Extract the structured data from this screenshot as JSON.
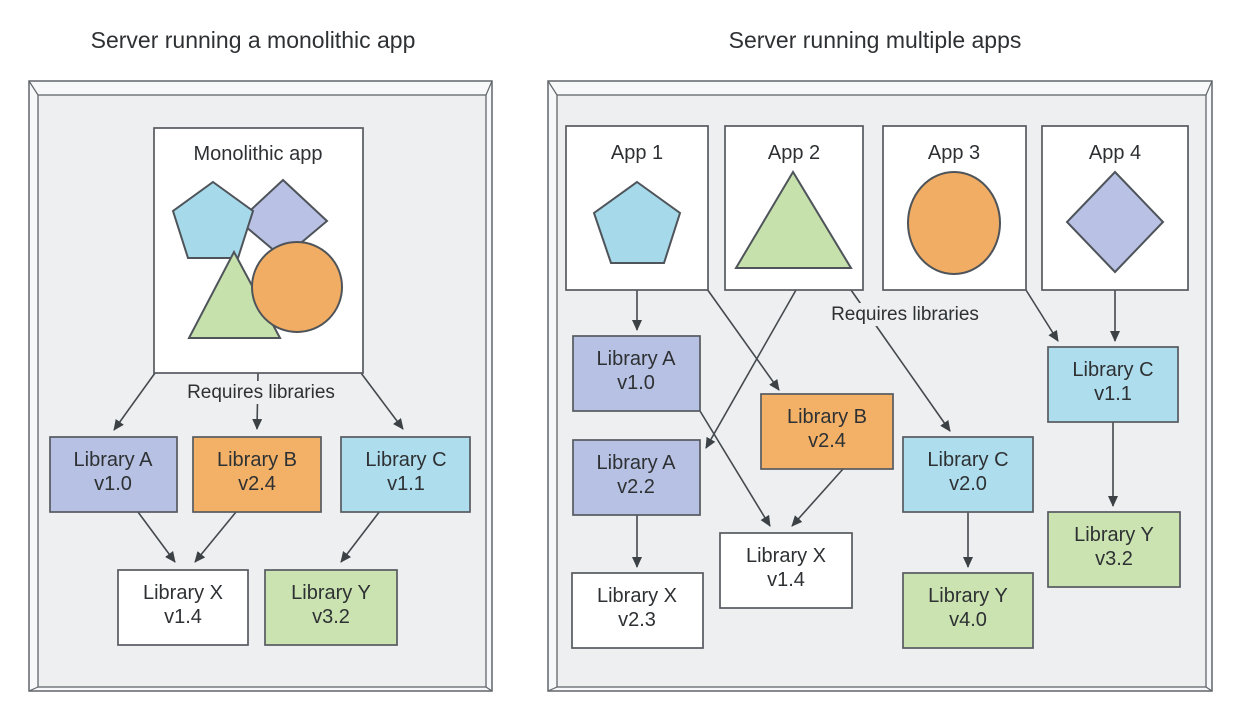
{
  "left_panel": {
    "title": "Server running a monolithic app",
    "app": {
      "label": "Monolithic app",
      "shapes": [
        "pentagon",
        "diamond",
        "triangle",
        "circle"
      ]
    },
    "requires_label": "Requires libraries",
    "libraries": [
      {
        "name": "Library A",
        "version": "v1.0"
      },
      {
        "name": "Library B",
        "version": "v2.4"
      },
      {
        "name": "Library C",
        "version": "v1.1"
      },
      {
        "name": "Library X",
        "version": "v1.4"
      },
      {
        "name": "Library Y",
        "version": "v3.2"
      }
    ],
    "edges": [
      "Monolithic app -> Library A v1.0",
      "Monolithic app -> Library B v2.4",
      "Monolithic app -> Library C v1.1",
      "Library A v1.0 -> Library X v1.4",
      "Library B v2.4 -> Library X v1.4",
      "Library C v1.1 -> Library Y v3.2"
    ]
  },
  "right_panel": {
    "title": "Server running multiple apps",
    "apps": [
      {
        "label": "App 1",
        "shape": "pentagon"
      },
      {
        "label": "App 2",
        "shape": "triangle"
      },
      {
        "label": "App 3",
        "shape": "circle"
      },
      {
        "label": "App 4",
        "shape": "diamond"
      }
    ],
    "requires_label": "Requires libraries",
    "libraries": [
      {
        "name": "Library A",
        "version": "v1.0"
      },
      {
        "name": "Library B",
        "version": "v2.4"
      },
      {
        "name": "Library A",
        "version": "v2.2"
      },
      {
        "name": "Library C",
        "version": "v2.0"
      },
      {
        "name": "Library C",
        "version": "v1.1"
      },
      {
        "name": "Library X",
        "version": "v1.4"
      },
      {
        "name": "Library X",
        "version": "v2.3"
      },
      {
        "name": "Library Y",
        "version": "v4.0"
      },
      {
        "name": "Library Y",
        "version": "v3.2"
      }
    ],
    "edges": [
      "App 1 -> Library A v1.0",
      "App 1 -> Library B v2.4",
      "App 2 -> Library A v2.2",
      "App 2 -> Library C v2.0",
      "App 3 -> Library C v1.1",
      "App 4 -> Library C v1.1",
      "Library A v1.0 -> Library X v1.4",
      "Library B v2.4 -> Library X v1.4",
      "Library A v2.2 -> Library X v2.3",
      "Library C v2.0 -> Library Y v4.0",
      "Library C v1.1 -> Library Y v3.2"
    ]
  },
  "colors": {
    "panel_fill": "#edeff1",
    "panel_edge_fill": "#f7f8f9",
    "outline": "#565b60",
    "arrow": "#44494e",
    "text": "#2e3133",
    "periwinkle": "#b7c1e3",
    "orange": "#f3b167",
    "cyan": "#aedded",
    "green": "#cbe3b1",
    "white": "#ffffff",
    "shape_cyan": "#a6d9e9",
    "shape_lavender": "#b9c1e5",
    "shape_green": "#c6e1ac",
    "shape_orange": "#f1ad63"
  }
}
